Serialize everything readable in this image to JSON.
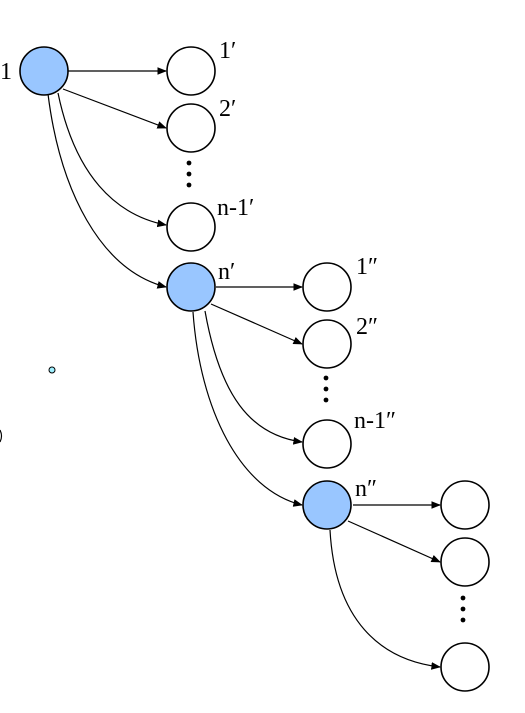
{
  "colors": {
    "highlight_fill": "#99c6ff",
    "plain_fill": "#ffffff",
    "stroke": "#000000",
    "stray_dot_fill": "#9ff0ff"
  },
  "labels": {
    "root": "1",
    "level1": {
      "first": "1′",
      "second": "2′",
      "last": "n-1′",
      "expanded": "n′"
    },
    "level2": {
      "first": "1″",
      "second": "2″",
      "last": "n-1″",
      "expanded": "n″"
    }
  }
}
